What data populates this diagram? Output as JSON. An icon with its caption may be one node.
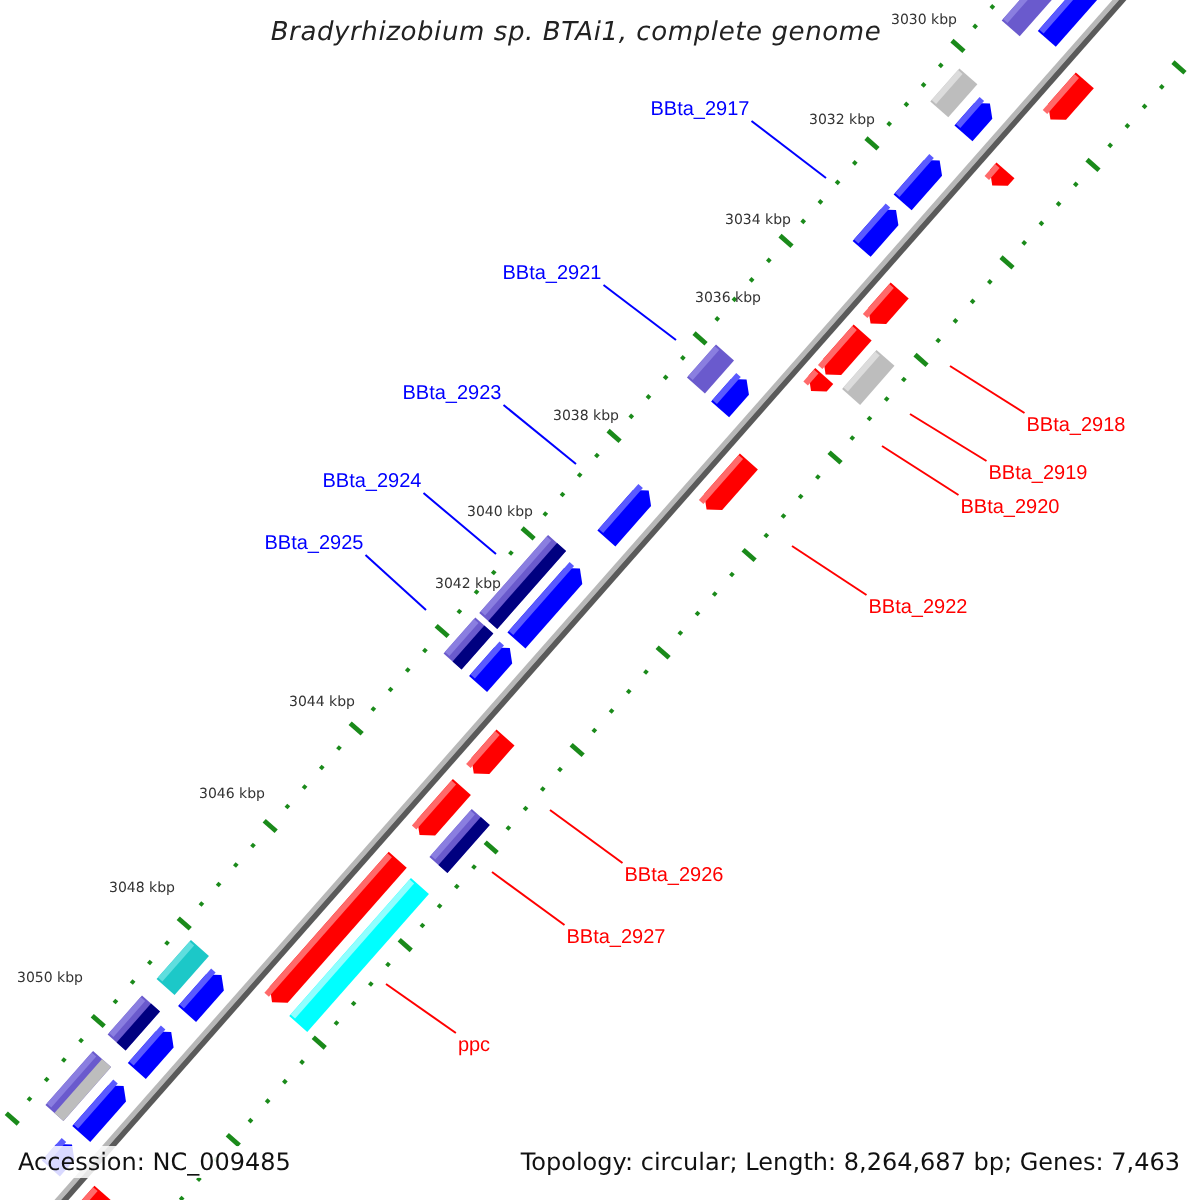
{
  "diagram": {
    "title": "Bradyrhizobium sp. BTAi1, complete genome",
    "nodes": [
      {
        "text": [
          "BBta_2917"
        ]
      },
      {
        "text": [
          "BBta_2921"
        ]
      },
      {
        "text": [
          "BBta_2923"
        ]
      },
      {
        "text": [
          "BBta_2918"
        ]
      },
      {
        "text": [
          "BBta_2919"
        ]
      },
      {
        "text": [
          "BBta_2924"
        ]
      },
      {
        "text": [
          "BBta_2920"
        ]
      },
      {
        "text": [
          "BBta_2925"
        ]
      },
      {
        "text": [
          "BBta_2922"
        ]
      },
      {
        "text": [
          "BBta_2926"
        ]
      },
      {
        "text": [
          "BBta_2927"
        ]
      },
      {
        "text": [
          "ppc"
        ]
      }
    ],
    "edges": [
      {
        "from": 0,
        "to": null,
        "arrow": "none",
        "color": "#0000ff"
      },
      {
        "from": 1,
        "to": null,
        "arrow": "none",
        "color": "#0000ff"
      },
      {
        "from": 2,
        "to": null,
        "arrow": "none",
        "color": "#0000ff"
      },
      {
        "from": 3,
        "to": null,
        "arrow": "none"
      },
      {
        "from": 4,
        "to": null,
        "arrow": "none"
      },
      {
        "from": 5,
        "to": null,
        "arrow": "none",
        "color": "#0000ff"
      },
      {
        "from": 6,
        "to": null,
        "arrow": "none"
      },
      {
        "from": 7,
        "to": null,
        "arrow": "none",
        "color": "#0000ff"
      },
      {
        "from": 8,
        "to": null,
        "arrow": "none"
      },
      {
        "from": 9,
        "to": null,
        "arrow": "none"
      },
      {
        "from": 10,
        "to": null,
        "arrow": "none"
      },
      {
        "from": 11,
        "to": null,
        "arrow": "none"
      }
    ],
    "labels": [
      "3030 kbp",
      "3032 kbp",
      "3034 kbp",
      "3036 kbp",
      "3038 kbp",
      "3040 kbp",
      "3042 kbp",
      "3044 kbp",
      "3046 kbp",
      "3048 kbp",
      "3050 kbp",
      "Accession: NC_009485",
      "Topology: circular; Length: 8,264,687 bp; Genes: 7,463"
    ]
  }
}
